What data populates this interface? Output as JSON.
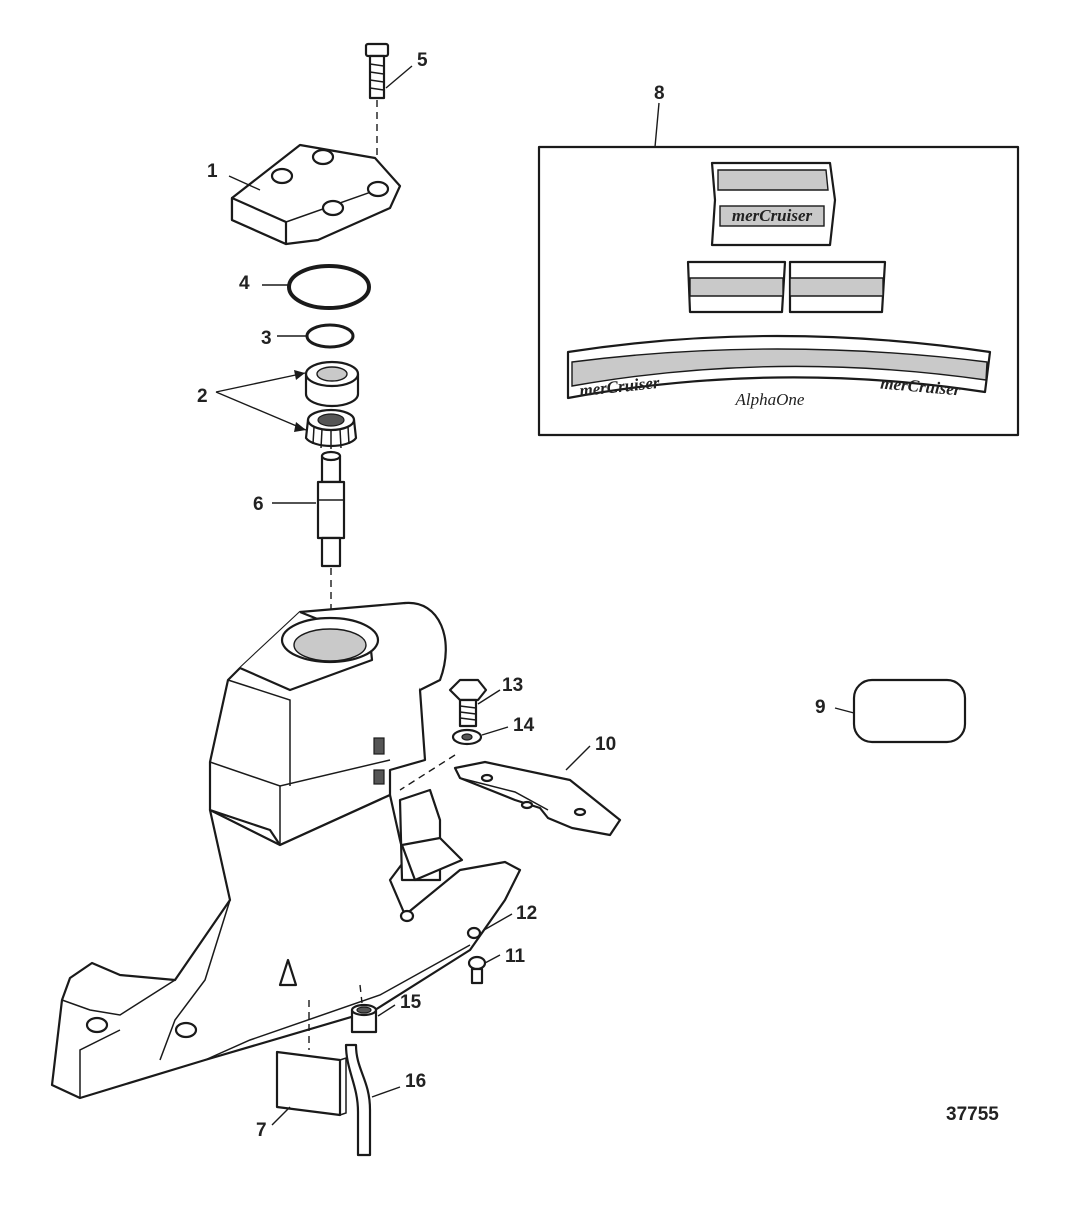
{
  "callouts": {
    "c1": "1",
    "c2": "2",
    "c3": "3",
    "c4": "4",
    "c5": "5",
    "c6": "6",
    "c7": "7",
    "c8": "8",
    "c9": "9",
    "c10": "10",
    "c11": "11",
    "c12": "12",
    "c13": "13",
    "c14": "14",
    "c15": "15",
    "c16": "16"
  },
  "figure_number": "37755",
  "decal": {
    "brand": "merCruiser",
    "model": "AlphaOne"
  }
}
